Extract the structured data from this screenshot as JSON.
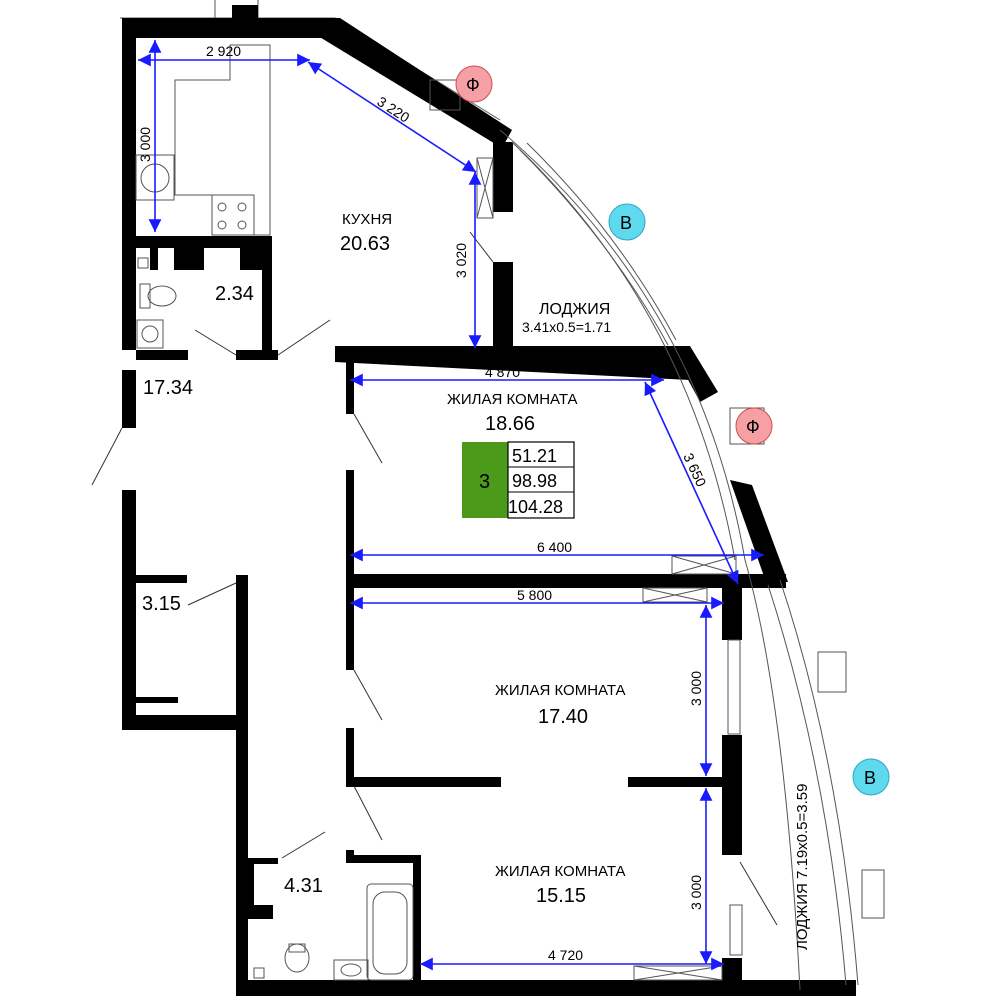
{
  "rooms": {
    "kitchen": {
      "name": "КУХНЯ",
      "area": "20.63"
    },
    "bathroom_small": {
      "area": "2.34"
    },
    "hall": {
      "area": "17.34"
    },
    "storage": {
      "area": "3.15"
    },
    "bathroom_large": {
      "area": "4.31"
    },
    "living1": {
      "name": "ЖИЛАЯ КОМНАТА",
      "area": "18.66"
    },
    "living2": {
      "name": "ЖИЛАЯ КОМНАТА",
      "area": "17.40"
    },
    "living3": {
      "name": "ЖИЛАЯ КОМНАТА",
      "area": "15.15"
    },
    "loggia1": {
      "name": "ЛОДЖИЯ",
      "formula": "3.41x0.5=1.71"
    },
    "loggia2": {
      "label": "ЛОДЖИЯ 7.19x0.5=3.59"
    }
  },
  "summary": {
    "rooms_count": "3",
    "living_area": "51.21",
    "total_area": "98.98",
    "total_with_loggia": "104.28"
  },
  "dimensions": {
    "d2920": "2 920",
    "d3000_kitchen": "3 000",
    "d3220": "3 220",
    "d3020": "3 020",
    "d4870": "4 870",
    "d3650": "3 650",
    "d6400": "6 400",
    "d5800": "5 800",
    "d3000_r2": "3 000",
    "d3000_r3": "3 000",
    "d4720": "4 720"
  },
  "markers": {
    "f1": "Ф",
    "f2": "Ф",
    "b1": "В",
    "b2": "В"
  },
  "colors": {
    "summary_green": "#4c9a1a",
    "marker_f": "#f4a0a4",
    "marker_b": "#5fd9ee",
    "dim_blue": "#1a1aff"
  }
}
